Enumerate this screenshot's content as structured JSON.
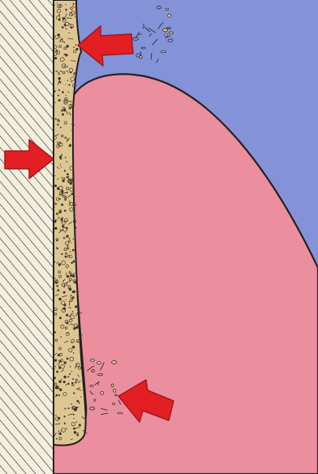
{
  "colors": {
    "paper": "#f3eedc",
    "hatch": "#2b2b2b",
    "water": "#7f8ed6",
    "gum": "#eb8a99",
    "deposit": "#ddc48f",
    "deposit_speck": "#3a2e22",
    "outline": "#1a1a1a",
    "arrow": "#e3161b",
    "arrow_edge": "#9c1115"
  },
  "regions": [
    {
      "name": "hatched-surface-region",
      "icon": "diagonal-hatch"
    },
    {
      "name": "granular-deposit-layer",
      "icon": "speckled-texture"
    },
    {
      "name": "blue-background-region",
      "icon": "flat-fill"
    },
    {
      "name": "pink-lobe-region",
      "icon": "flat-fill"
    }
  ],
  "arrows": [
    {
      "name": "top-arrow",
      "icon": "arrow-pointing-left"
    },
    {
      "name": "middle-arrow",
      "icon": "arrow-pointing-right"
    },
    {
      "name": "bottom-arrow",
      "icon": "arrow-pointing-left"
    }
  ]
}
